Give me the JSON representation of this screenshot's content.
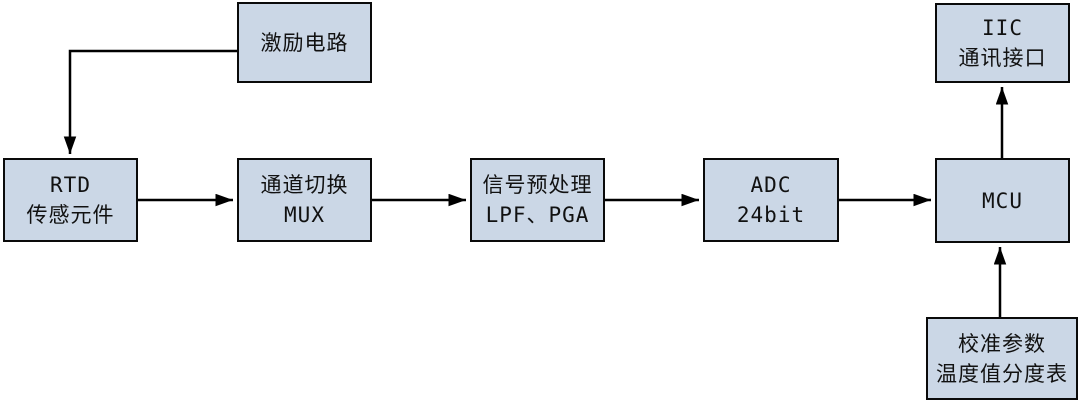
{
  "diagram": {
    "colors": {
      "node_fill": "#CBD7E6",
      "node_border": "#0a0a0a",
      "arrow": "#000000",
      "background": "#ffffff"
    },
    "nodes": {
      "excitation": {
        "lines": [
          "激励电路"
        ]
      },
      "rtd": {
        "lines": [
          "RTD",
          "传感元件"
        ]
      },
      "mux": {
        "lines": [
          "通道切换",
          "MUX"
        ]
      },
      "preprocess": {
        "lines": [
          "信号预处理",
          "LPF、PGA"
        ]
      },
      "adc": {
        "lines": [
          "ADC",
          "24bit"
        ]
      },
      "mcu": {
        "lines": [
          "MCU"
        ]
      },
      "iic": {
        "lines": [
          "IIC",
          "通讯接口"
        ]
      },
      "calibration": {
        "lines": [
          "校准参数",
          "温度值分度表"
        ]
      }
    }
  }
}
